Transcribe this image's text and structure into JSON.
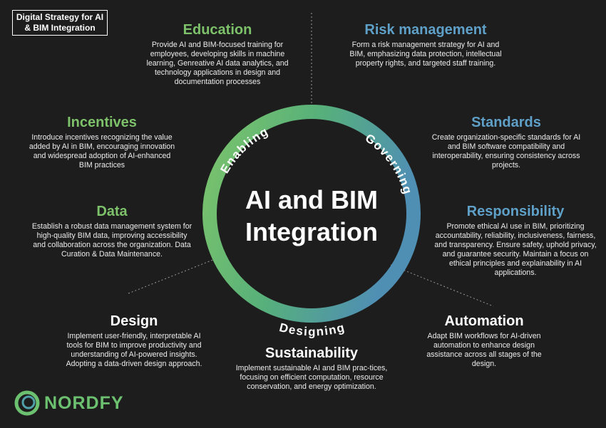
{
  "tag": "Digital Strategy for AI & BIM Integration",
  "center": {
    "line1": "AI and BIM",
    "line2": "Integration"
  },
  "ring_labels": {
    "enabling": "Enabling",
    "governing": "Governing",
    "designing": "Designing"
  },
  "blocks": {
    "education": {
      "title": "Education",
      "text": "Provide AI and BIM-focused training for employees, developing skills in machine learning, Genreative AI data analytics, and technology applications in design and documentation processes"
    },
    "risk": {
      "title": "Risk management",
      "text": "Form a risk management strategy for AI and BIM, emphasizing data protection, intellectual property rights, and targeted staff training."
    },
    "incentives": {
      "title": "Incentives",
      "text": "Introduce incentives recognizing the value added by AI in BIM, encouraging innovation and widespread adoption of AI-enhanced BIM practices"
    },
    "standards": {
      "title": "Standards",
      "text": "Create organization-specific standards for AI and BIM software compatibility and interoperability, ensuring consistency across projects."
    },
    "data": {
      "title": "Data",
      "text": "Establish a robust data management system for high-quality BIM data, improving accessibility and collaboration across the organization. Data Curation & Data Maintenance."
    },
    "responsibility": {
      "title": "Responsibility",
      "text": "Promote ethical AI use in BIM, prioritizing accountability, reliability, inclusiveness, fairness, and transparency. Ensure safety, uphold privacy, and guarantee security. Maintain a focus on ethical principles and explainability in AI applications."
    },
    "design": {
      "title": "Design",
      "text": "Implement user-friendly, interpretable AI tools for BIM to improve productivity and understanding of AI-powered insights. Adopting a data-driven design approach."
    },
    "sustainability": {
      "title": "Sustainability",
      "text": "Implement sustainable AI and BIM prac-tices, focusing on efficient computation, resource conservation, and energy optimization."
    },
    "automation": {
      "title": "Automation",
      "text": "Adapt BIM workflows for AI-driven automation to enhance design assistance across all stages of the design."
    }
  },
  "logo": {
    "text": "NORDFY",
    "icon": "nordfy-ring-logo"
  },
  "colors": {
    "green": "#7dc26a",
    "blue": "#5fa0c8",
    "background": "#1d1d1d"
  }
}
